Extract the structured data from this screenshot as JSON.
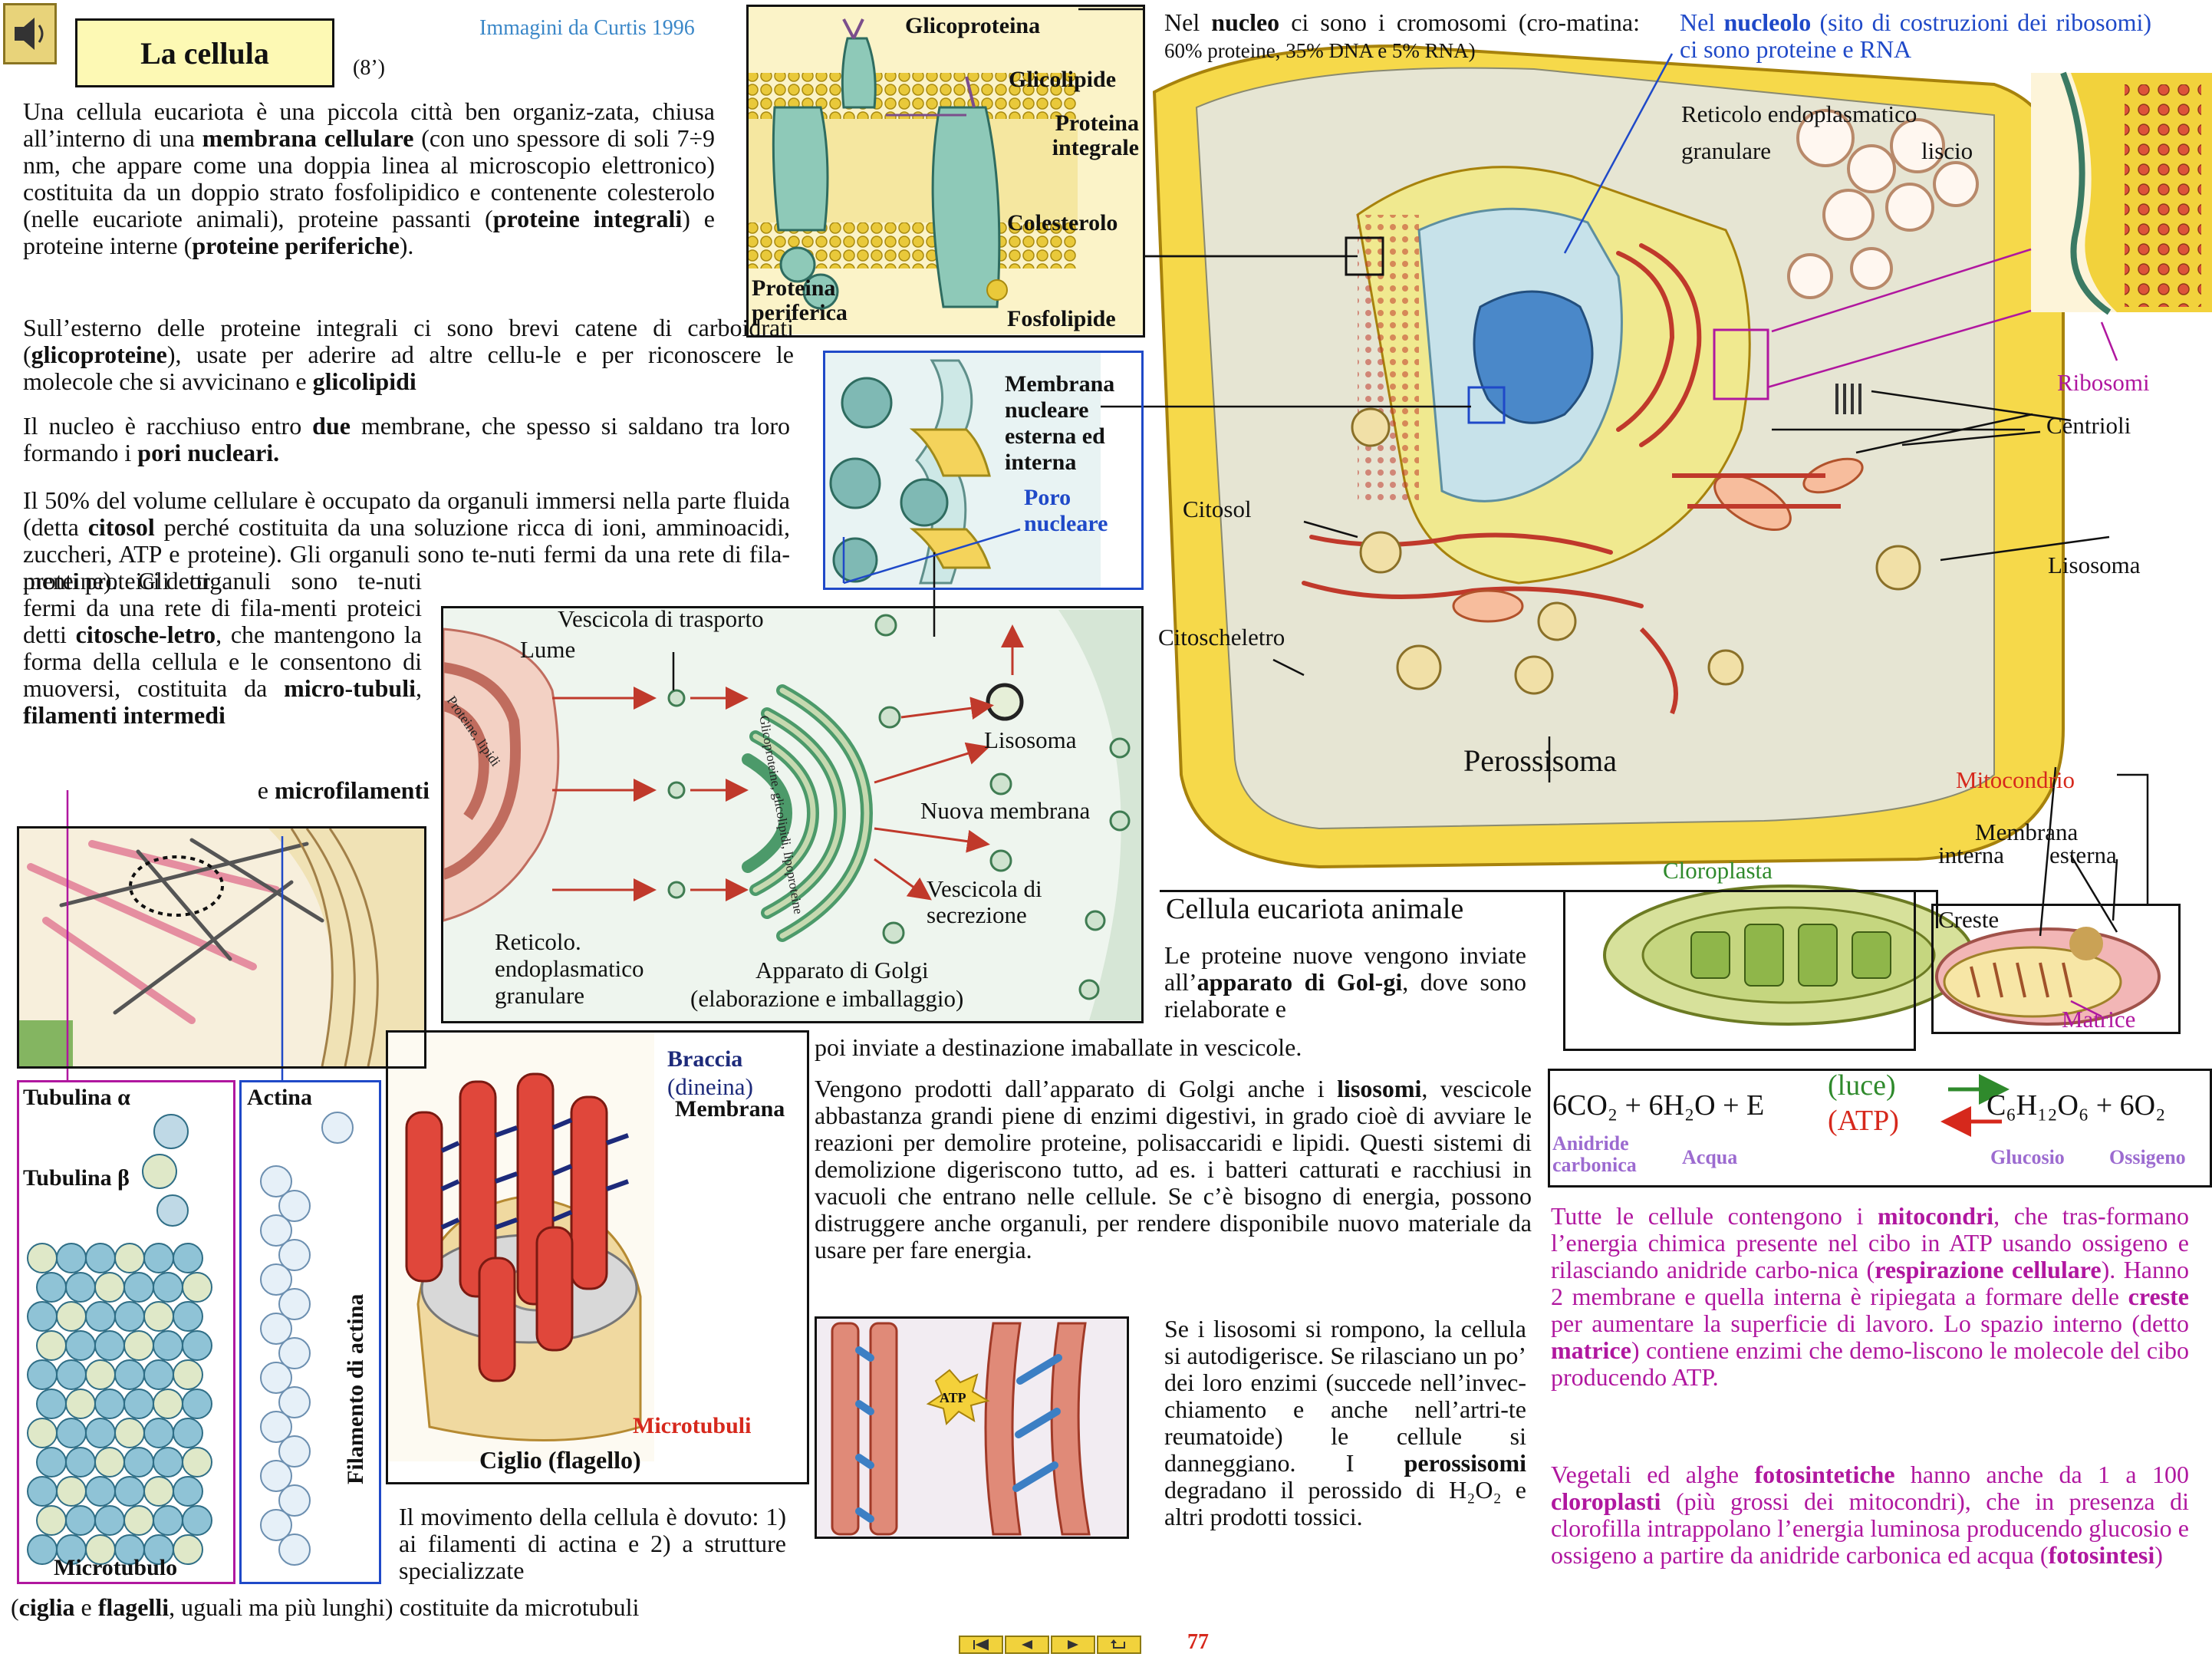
{
  "header": {
    "title": "La cellula",
    "duration": "(8’)",
    "source": "Immagini da Curtis 1996",
    "speaker_icon": "speaker-icon"
  },
  "left_text": {
    "p1_a": "Una cellula eucariota è una piccola città ben organiz-zata, chiusa all’interno di una ",
    "p1_b": "membrana cellulare",
    "p1_c": " (con uno spessore di soli 7÷9 nm, che appare come una doppia linea al microscopio elettronico) costituita da un doppio strato fosfolipidico e contenente colesterolo (nelle eucariote animali), proteine passanti (",
    "p1_d": "proteine integrali",
    "p1_e": ") e proteine interne (",
    "p1_f": "proteine periferiche",
    "p1_g": ").",
    "p2_a": "Sull’esterno delle proteine integrali ci sono brevi catene di carboidrati (",
    "p2_b": "glicoproteine",
    "p2_c": "), usate per aderire ad altre cellu-le e per riconoscere le molecole che si avvicinano e ",
    "p2_d": "glicolipidi",
    "p3_a": "Il nucleo è racchiuso entro ",
    "p3_b": "due",
    "p3_c": " membrane, che spesso si saldano tra loro formando i ",
    "p3_d": "pori nucleari.",
    "p4": "Il 50% del volume cellulare è occupato da organuli immersi nella parte fluida (detta ",
    "p4_b": "citosol",
    "p4_c": " perché costituita da una soluzione ricca di ioni, amminoacidi, zuccheri, ATP e proteine). Gli organuli sono te-nuti fermi da una rete di fila-menti proteici detti ",
    "p4_d": "citosche-letro",
    "p4_e": ", che mantengono la forma della cellula e le consentono di muoversi, costituita da ",
    "p4_f": "micro-tubuli",
    "p4_g": ", ",
    "p4_h": "filamenti intermedi",
    "p4_i": "e ",
    "p4_j": "microfilamenti"
  },
  "membrane_fig": {
    "glicoproteina": "Glicoproteina",
    "glicolipide": "Glicolipide",
    "proteina_integrale": "Proteina integrale",
    "colesterolo": "Colesterolo",
    "proteina_periferica": "Proteina periferica",
    "fosfolipide": "Fosfolipide"
  },
  "nuclear_fig": {
    "membrana": "Membrana nucleare esterna ed interna",
    "poro": "Poro nucleare"
  },
  "golgi_fig": {
    "vescicola_trasporto": "Vescicola di trasporto",
    "lume": "Lume",
    "lisosoma": "Lisosoma",
    "nuova_membrana": "Nuova membrana",
    "vescicola_secrezione": "Vescicola di secrezione",
    "reticolo": "Reticolo. endoplasmatico granulare",
    "apparato": "Apparato di Golgi",
    "apparato_sub": "(elaborazione e imballaggio)",
    "inner_er": "Proteine, lipidi",
    "inner_golgi": "Glicoproteine, glicolipidi, lipoproteine"
  },
  "cell_fig": {
    "nucleo_a": "Nel ",
    "nucleo_b": "nucleo",
    "nucleo_c": " ci sono i cromosomi (cro-matina: ",
    "nucleo_d": "60% proteine, 35% DNA e 5% RNA)",
    "nucleolo_a": "Nel ",
    "nucleolo_b": "nucleolo",
    "nucleolo_c": " (sito di costruzioni dei ribosomi) ci sono proteine e RNA",
    "reticolo": "Reticolo endoplasmatico",
    "granulare": "granulare",
    "liscio": "liscio",
    "ribosomi": "Ribosomi",
    "centrioli": "Centrioli",
    "citosol": "Citosol",
    "lisosoma": "Lisosoma",
    "citoscheletro": "Citoscheletro",
    "perossisoma": "Perossisoma",
    "mitocondrio": "Mitocondrio",
    "caption": "Cellula eucariota animale"
  },
  "mito_fig": {
    "membrana": "Membrana",
    "interna": "interna",
    "esterna": "esterna",
    "creste": "Creste",
    "matrice": "Matrice",
    "cloroplasta": "Cloroplasta"
  },
  "equation": {
    "left": "6CO₂ + 6H₂O + E",
    "luce": "(luce)",
    "atp": "(ATP)",
    "right": "C₆H₁₂O₆ + 6O₂",
    "anidride": "Anidride carbonica",
    "acqua": "Acqua",
    "glucosio": "Glucosio",
    "ossigeno": "Ossigeno"
  },
  "mito_text": {
    "a": "Tutte le cellule contengono i ",
    "b": "mitocondri",
    "c": ", che tras-formano l’energia chimica presente nel cibo in ATP usando ossigeno e rilasciando anidride carbo-nica (",
    "d": "respirazione cellulare",
    "e": "). Hanno 2 membrane e quella interna è ripiegata a formare delle ",
    "f": "creste",
    "g": " per aumentare la superficie di lavoro. Lo spazio interno (detto ",
    "h": "matrice",
    "i": ") contiene enzimi che demo-liscono le molecole del cibo producendo ATP."
  },
  "chloro_text": {
    "a": "Vegetali ed alghe ",
    "b": "fotosintetiche",
    "c": " hanno anche da 1 a 100 ",
    "d": "cloroplasti",
    "e": " (più grossi dei mitocondri), che in presenza di clorofilla intrappolano l’energia luminosa producendo glucosio e ossigeno a partire da anidride carbonica ed acqua (",
    "f": "fotosintesi",
    "g": ")"
  },
  "golgi_text": {
    "a": "Le proteine nuove vengono inviate all’",
    "b": "apparato di Gol-gi",
    "c": ", dove sono rielaborate e",
    "d": "poi inviate a destinazione imaballate in vescicole."
  },
  "lisosomi_text": {
    "a": "Vengono prodotti dall’apparato di Golgi anche i ",
    "b": "lisosomi",
    "c": ", vescicole abbastanza grandi piene di enzimi digestivi, in grado cioè di avviare le reazioni per demolire proteine, polisaccaridi e lipidi. Questi sistemi di demolizione digeriscono tutto, ad es. i batteri catturati e racchiusi in vacuoli che entrano nelle cellule. Se c’è bisogno di energia, possono distruggere anche organuli, per rendere disponibile nuovo materiale da usare per fare energia."
  },
  "autodig_text": {
    "a": "Se i lisosomi si rompono, la cellula si autodigerisce. Se rilasciano un po’ dei loro enzimi (succede nell’invec-chiamento e anche nell’artri-te reumatoide) le cellule si danneggiano. I ",
    "b": "perossisomi",
    "c": " degradano il perossido di H₂O₂ e altri prodotti tossici."
  },
  "motion_text": {
    "a": "Il movimento della cellula è dovuto: 1) ai filamenti di actina e 2) a strutture specializzate",
    "b": "(",
    "c": "ciglia",
    "d": " e ",
    "e": "flagelli",
    "f": ", uguali ma più lunghi) costituite da microtubuli"
  },
  "cyto_fig": {
    "tubulina_a": "Tubulina α",
    "tubulina_b": "Tubulina β",
    "microtubulo": "Microtubulo",
    "actina": "Actina",
    "filamento": "Filamento di actina"
  },
  "ciglio_fig": {
    "braccia": "Braccia",
    "dineina": "(dineina)",
    "membrana": "Membrana",
    "microtubuli": "Microtubuli",
    "caption": "Ciglio (flagello)"
  },
  "atp_fig": {
    "atp": "ATP"
  },
  "footer": {
    "page": "77"
  },
  "nav": {
    "first_icon": "first-page-icon",
    "prev_icon": "previous-page-icon",
    "next_icon": "next-page-icon",
    "return_icon": "return-icon"
  },
  "colors": {
    "purple": "#b0179f",
    "blue": "#1f49c8",
    "red": "#d6281c",
    "title_bg": "#fdf9b4",
    "cell_yellow": "#f6d94a"
  }
}
